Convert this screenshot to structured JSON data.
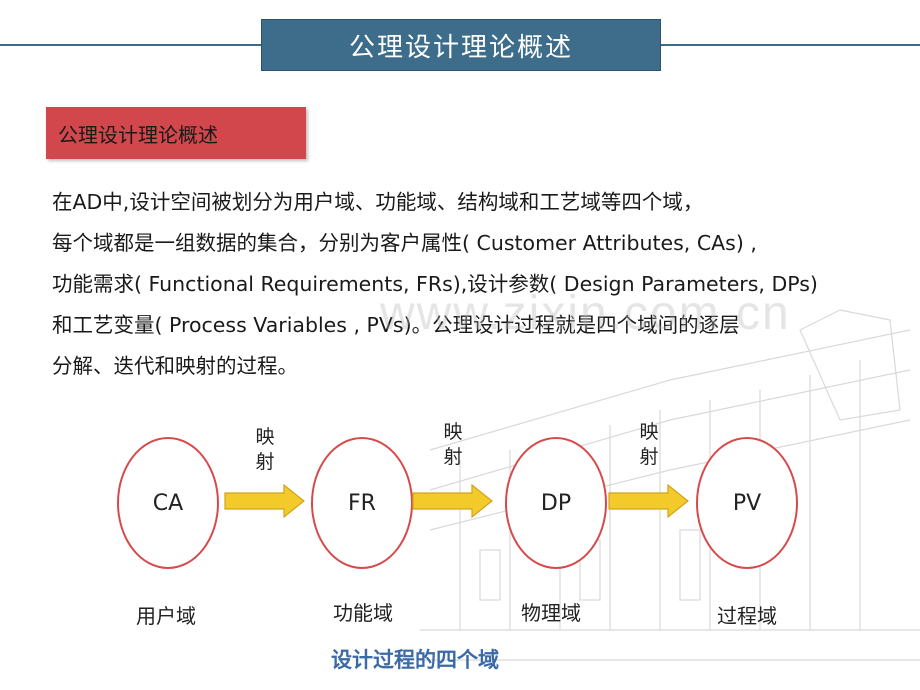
{
  "title": "公理设计理论概述",
  "section_label": "公理设计理论概述",
  "paragraph": [
    "在AD中,设计空间被划分为用户域、功能域、结构域和工艺域等四个域，",
    "每个域都是一组数据的集合，分别为客户属性( Customer Attributes, CAs) ,",
    "功能需求( Functional Requirements, FRs),设计参数( Design Parameters, DPs)",
    "和工艺变量( Process Variables  , PVs)。公理设计过程就是四个域间的逐层",
    "分解、迭代和映射的过程。"
  ],
  "watermark": "www.zixin.com.cn",
  "diagram": {
    "nodes": [
      "CA",
      "FR",
      "DP",
      "PV"
    ],
    "arrow_label": [
      "映",
      "射"
    ],
    "domains": [
      "用户域",
      "功能域",
      "物理域",
      "过程域"
    ],
    "caption": "设计过程的四个域"
  },
  "colors": {
    "banner": "#3e6d8c",
    "section_label": "#d2474c",
    "node_border": "#d84a4a",
    "arrow_fill": "#f2cb2a",
    "caption": "#3b6aa6"
  }
}
